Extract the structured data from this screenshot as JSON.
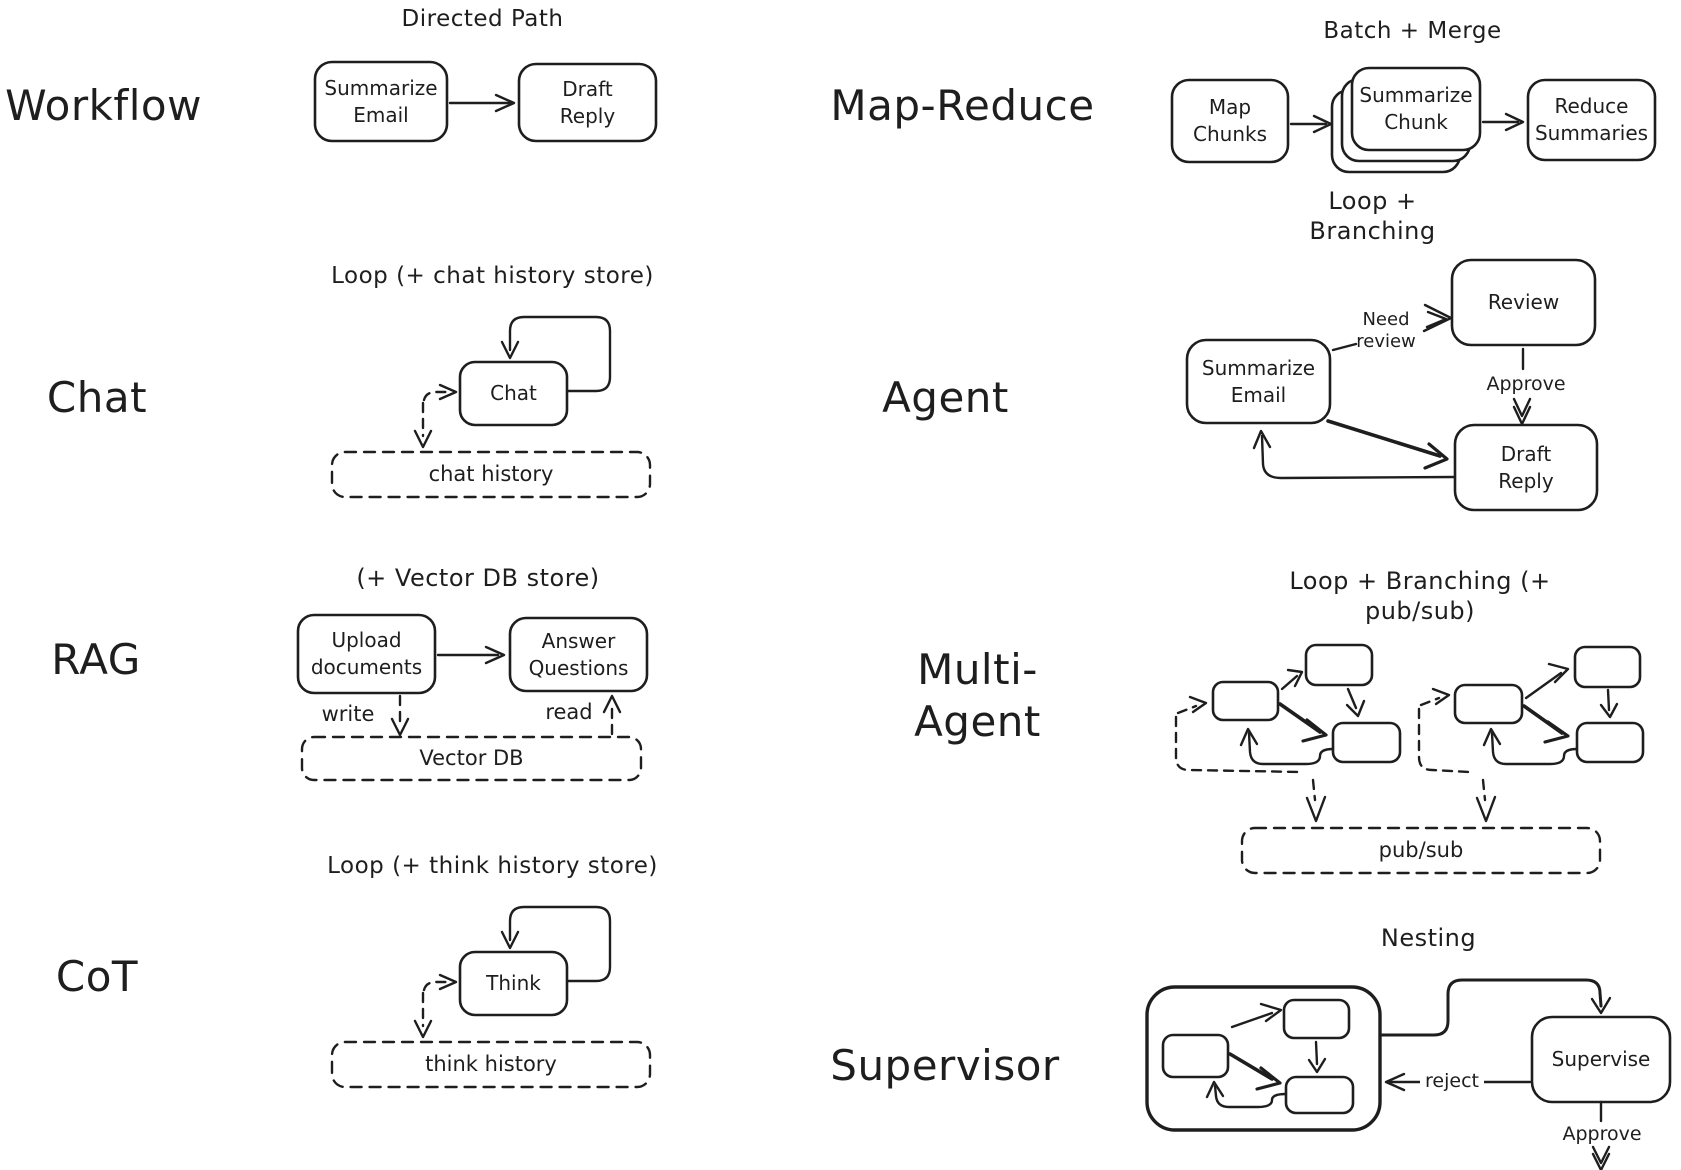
{
  "colors": {
    "ink": "#1e1e1e",
    "background": "#ffffff"
  },
  "sections": {
    "workflow": {
      "label": "Workflow",
      "pattern_title": "Directed Path",
      "nodes": {
        "summarize_email": "Summarize Email",
        "draft_reply": "Draft Reply"
      }
    },
    "map_reduce": {
      "label": "Map-Reduce",
      "pattern_title": "Batch + Merge",
      "nodes": {
        "map_chunks": "Map Chunks",
        "summarize_chunk": "Summarize Chunk",
        "reduce_summaries": "Reduce Summaries"
      }
    },
    "chat": {
      "label": "Chat",
      "pattern_title": "Loop (+ chat history store)",
      "nodes": {
        "chat": "Chat",
        "chat_history": "chat history"
      }
    },
    "agent": {
      "label": "Agent",
      "pattern_title": "Loop + Branching",
      "nodes": {
        "summarize_email": "Summarize Email",
        "review": "Review",
        "draft_reply": "Draft Reply"
      },
      "edges": {
        "need_review": "Need review",
        "approve": "Approve"
      }
    },
    "rag": {
      "label": "RAG",
      "pattern_title": "(+ Vector DB store)",
      "nodes": {
        "upload_documents": "Upload documents",
        "answer_questions": "Answer Questions",
        "vector_db": "Vector DB"
      },
      "edges": {
        "write": "write",
        "read": "read"
      }
    },
    "multi_agent": {
      "label": "Multi-Agent",
      "pattern_title": "Loop + Branching (+ pub/sub)",
      "nodes": {
        "pub_sub": "pub/sub"
      }
    },
    "cot": {
      "label": "CoT",
      "pattern_title": "Loop (+ think history store)",
      "nodes": {
        "think": "Think",
        "think_history": "think history"
      }
    },
    "supervisor": {
      "label": "Supervisor",
      "pattern_title": "Nesting",
      "nodes": {
        "supervise": "Supervise"
      },
      "edges": {
        "reject": "reject",
        "approve": "Approve"
      }
    }
  }
}
